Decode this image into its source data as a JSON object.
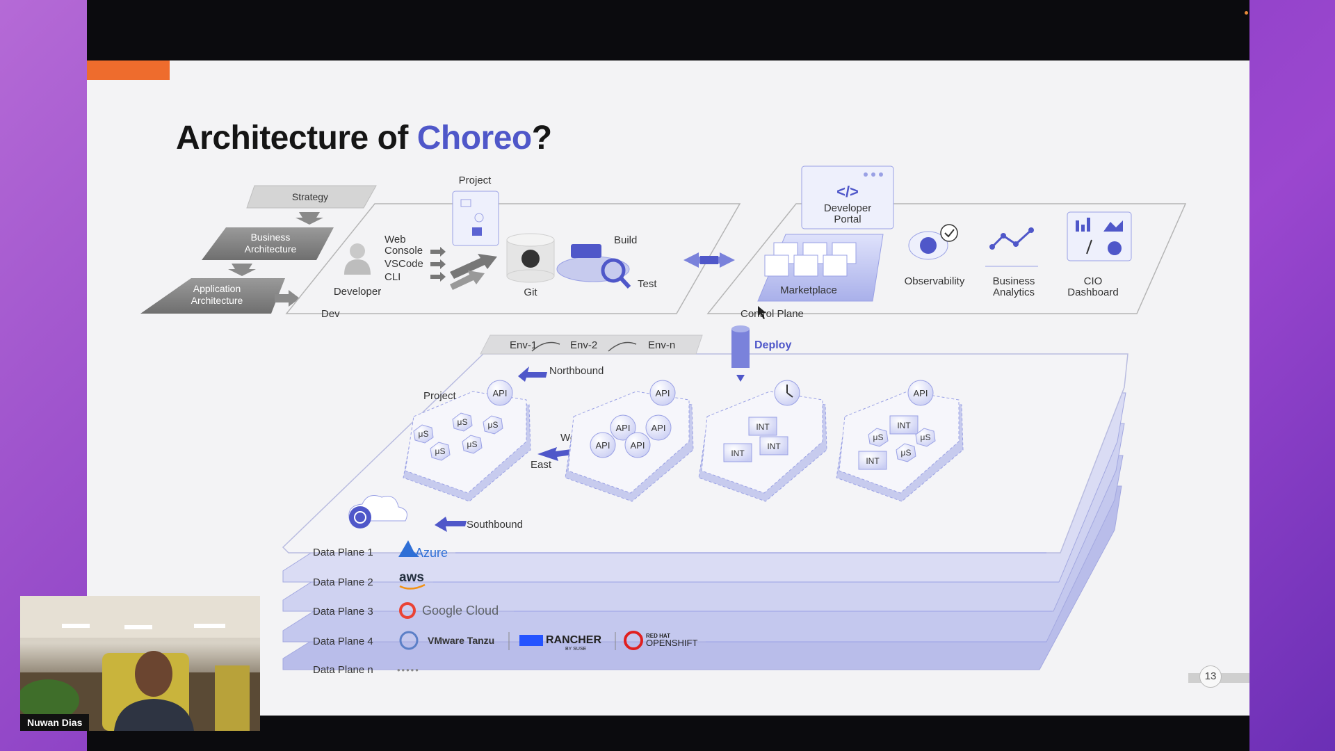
{
  "slide": {
    "title_prefix": "Architecture of ",
    "title_brand": "Choreo",
    "title_suffix": "?",
    "page_number": "13"
  },
  "colors": {
    "brand": "#4f57c9",
    "accent": "#ee6c2d",
    "plane": "#c7cbee",
    "text": "#151515"
  },
  "strategy_stack": {
    "strategy": "Strategy",
    "business_architecture": [
      "Business",
      "Architecture"
    ],
    "application_architecture": [
      "Application",
      "Architecture"
    ]
  },
  "dev_plane": {
    "label": "Dev",
    "project": "Project",
    "developer": "Developer",
    "tools": [
      "Web",
      "Console",
      "VSCode",
      "CLI"
    ],
    "git": "Git",
    "build": "Build",
    "test": "Test"
  },
  "control_plane": {
    "label": "Control Plane",
    "developer_portal": [
      "Developer",
      "Portal"
    ],
    "marketplace": "Marketplace",
    "observability": "Observability",
    "business_analytics": [
      "Business",
      "Analytics"
    ],
    "cio_dashboard": [
      "CIO",
      "Dashboard"
    ]
  },
  "deploy": {
    "label": "Deploy",
    "environments": [
      "Env-1",
      "Env-2",
      "Env-n"
    ]
  },
  "traffic": {
    "northbound": "Northbound",
    "southbound": "Southbound",
    "west": "West",
    "east": "East",
    "project": "Project"
  },
  "badges": {
    "api": "API",
    "micro": "μS",
    "int": "INT"
  },
  "data_planes": [
    {
      "label": "Data Plane 1",
      "providers": [
        "Azure"
      ]
    },
    {
      "label": "Data Plane 2",
      "providers": [
        "aws"
      ]
    },
    {
      "label": "Data Plane 3",
      "providers": [
        "Google Cloud"
      ]
    },
    {
      "label": "Data Plane 4",
      "providers": [
        "VMware Tanzu",
        "RANCHER",
        "BY SUSE",
        "RED HAT",
        "OPENSHIFT"
      ]
    },
    {
      "label": "Data Plane n",
      "providers": [
        "•••••"
      ]
    }
  ],
  "webcam": {
    "name": "Nuwan Dias"
  }
}
